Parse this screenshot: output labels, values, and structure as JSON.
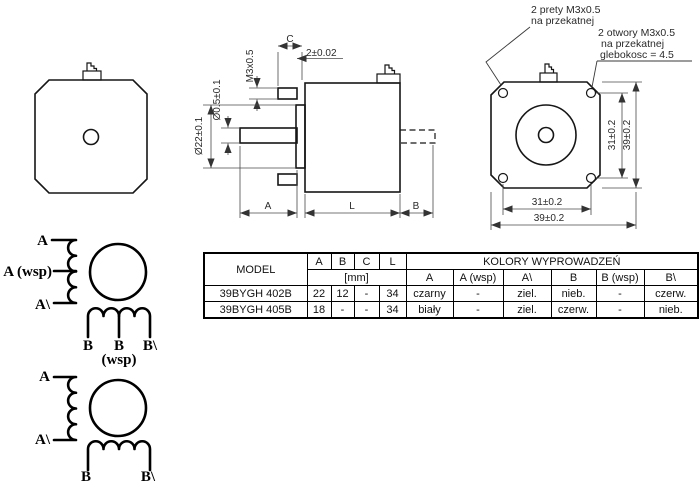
{
  "notes": {
    "studs": {
      "line1": "2 prety M3x0.5",
      "line2": "na przekatnej"
    },
    "holes": {
      "line1": "2 otwory M3x0.5",
      "line2": "na przekatnej",
      "line3": "glebokosc = 4.5"
    }
  },
  "side_view": {
    "dim_c": "C",
    "dim_offset": "2±0.02",
    "dim_thread": "M3x0.5",
    "dim_shaft": "Ø0.5±0.1",
    "dim_boss": "Ø22±0.1",
    "dim_a": "A",
    "dim_l": "L",
    "dim_b": "B"
  },
  "rear_view": {
    "dim_holes_v": "31±0.2",
    "dim_body_v": "39±0.2",
    "dim_holes_h": "31±0.2",
    "dim_body_h": "39±0.2"
  },
  "wiring_unipolar": {
    "lead_a": "A",
    "lead_a_wsp": "A (wsp)",
    "lead_a_bar": "A\\",
    "lead_b": "B",
    "lead_b_center": "B",
    "lead_b_bar": "B\\",
    "wsp_caption": "(wsp)"
  },
  "wiring_bipolar": {
    "lead_a": "A",
    "lead_a_bar": "A\\",
    "lead_b": "B",
    "lead_b_bar": "B\\"
  },
  "table": {
    "model_header": "MODEL",
    "unit_header": "[mm]",
    "colors_header": "KOLORY WYPROWADZEŃ",
    "dim_columns": [
      "A",
      "B",
      "C",
      "L"
    ],
    "color_columns": [
      "A",
      "A (wsp)",
      "A\\",
      "B",
      "B (wsp)",
      "B\\"
    ],
    "rows": [
      {
        "model": "39BYGH 402B",
        "dims": [
          "22",
          "12",
          "-",
          "34"
        ],
        "colors": [
          "czarny",
          "-",
          "ziel.",
          "nieb.",
          "-",
          "czerw."
        ]
      },
      {
        "model": "39BYGH 405B",
        "dims": [
          "18",
          "-",
          "-",
          "34"
        ],
        "colors": [
          "biały",
          "-",
          "ziel.",
          "czerw.",
          "-",
          "nieb."
        ]
      }
    ]
  }
}
